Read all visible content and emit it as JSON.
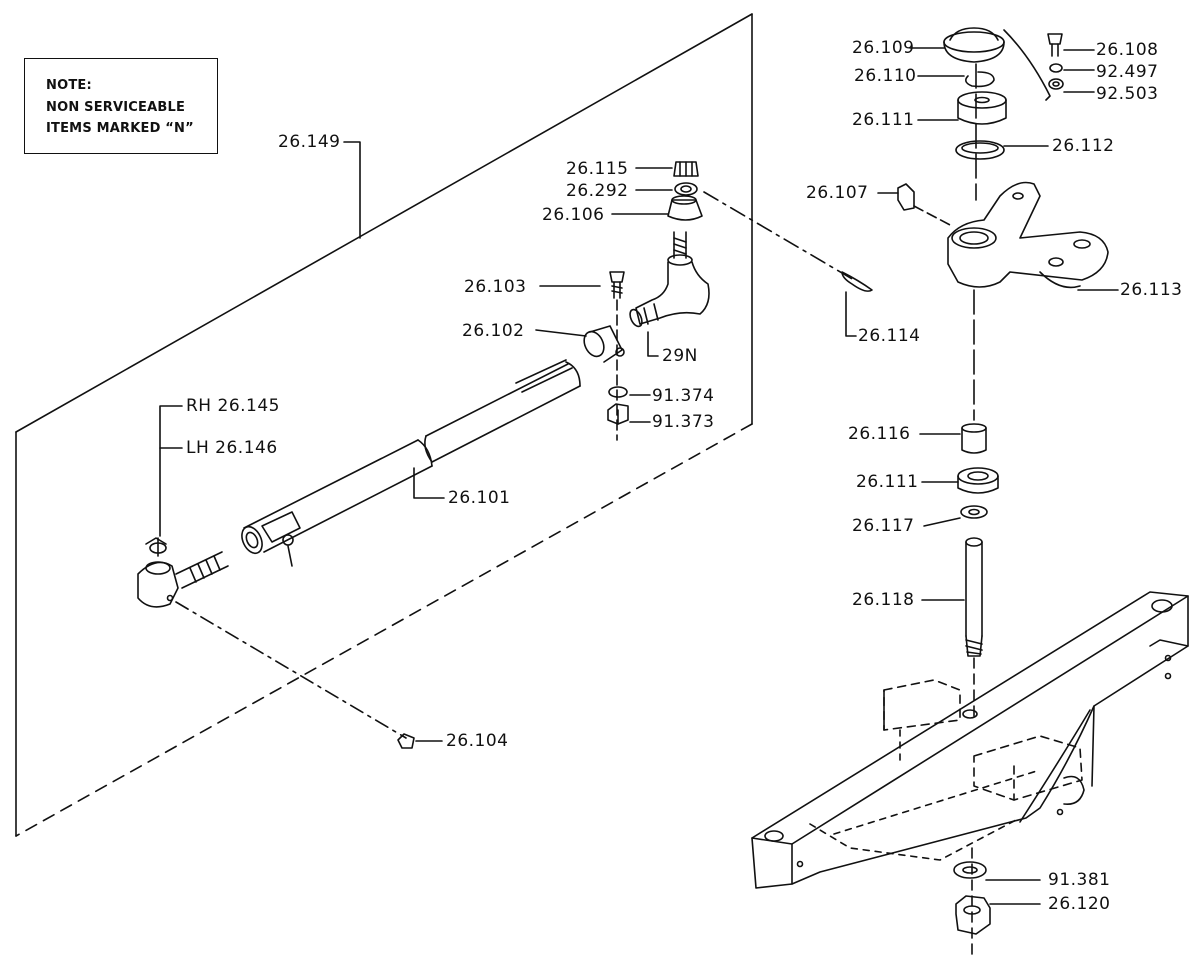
{
  "note": {
    "line1": "NOTE:",
    "line2": "NON SERVICEABLE",
    "line3": "ITEMS MARKED “N”"
  },
  "labels": {
    "p26149": "26.149",
    "p26115": "26.115",
    "p26292": "26.292",
    "p26106": "26.106",
    "p26103": "26.103",
    "p26102": "26.102",
    "p29N": "29N",
    "p91374": "91.374",
    "p91373": "91.373",
    "rh": "RH 26.145",
    "lh": "LH 26.146",
    "p26101": "26.101",
    "p26104": "26.104",
    "p26114": "26.114",
    "p26109": "26.109",
    "p26110": "26.110",
    "p26111a": "26.111",
    "p26112": "26.112",
    "p26108": "26.108",
    "p92497": "92.497",
    "p92503": "92.503",
    "p26107": "26.107",
    "p26113": "26.113",
    "p26116": "26.116",
    "p26111b": "26.111",
    "p26117": "26.117",
    "p26118": "26.118",
    "p91381": "91.381",
    "p26120": "26.120"
  },
  "colors": {
    "ink": "#111111",
    "paper": "#ffffff"
  }
}
